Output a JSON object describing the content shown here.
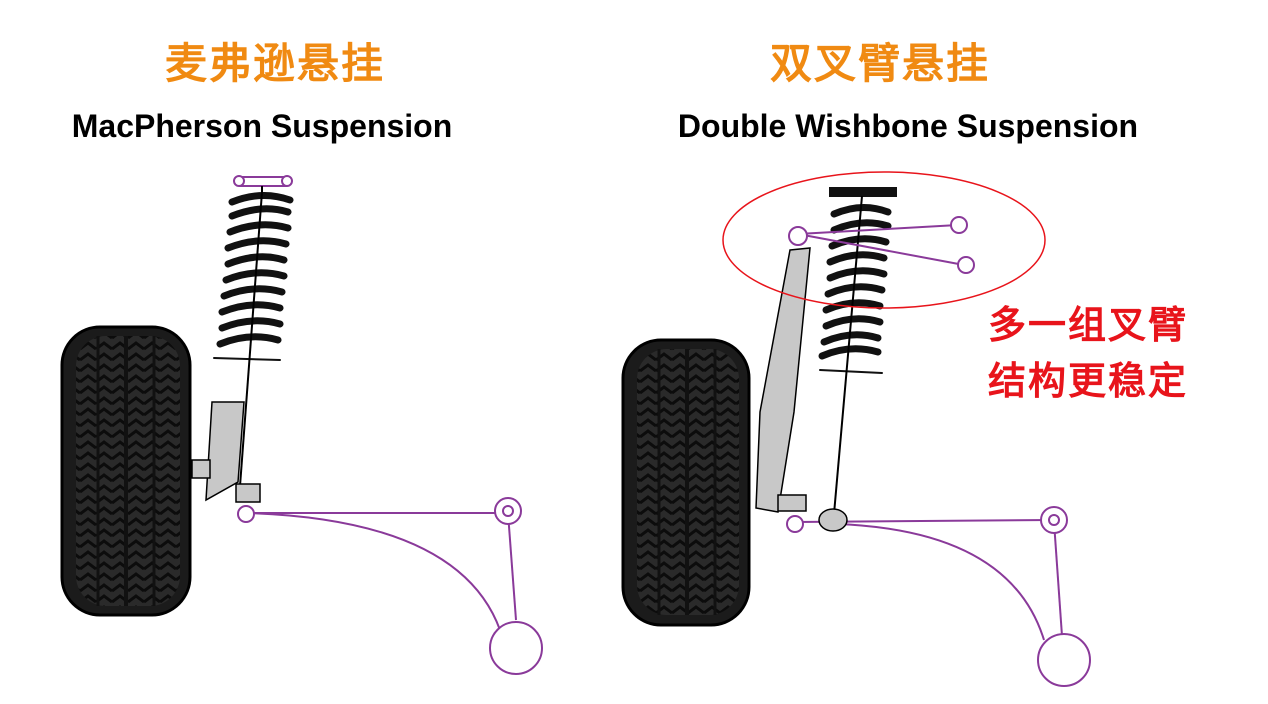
{
  "left_panel": {
    "title_cn": "麦弗逊悬挂",
    "title_en": "MacPherson Suspension"
  },
  "right_panel": {
    "title_cn": "双叉臂悬挂",
    "title_en": "Double Wishbone Suspension",
    "note_line1": "多一组叉臂",
    "note_line2": "结构更稳定"
  },
  "colors": {
    "title_cn": "#f08a12",
    "title_en": "#000000",
    "note": "#e8141b",
    "linkage": "#8a3a9a",
    "highlight_ellipse": "#e8141b",
    "knuckle_fill": "#c8c8c8",
    "tire": "#1b1b1b"
  }
}
